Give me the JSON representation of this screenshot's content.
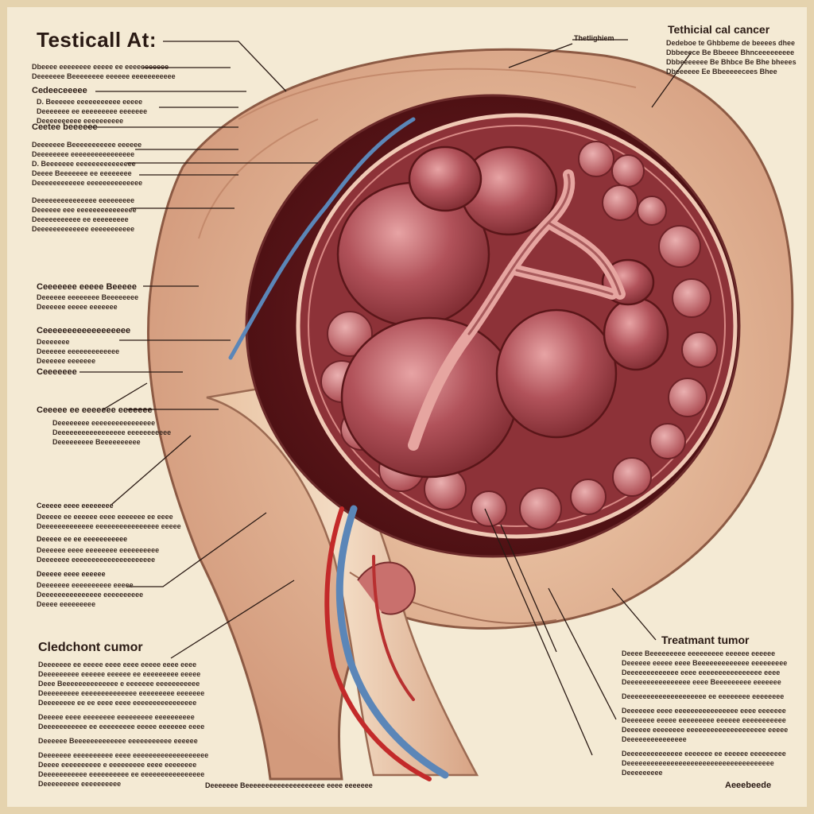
{
  "title": "Testicall At:",
  "top_right": {
    "heading": "Tethicial cal cancer",
    "small_label": "Thetlighiem",
    "lines": [
      "Dedeboe te Ghbbeme de beeees dhee",
      "Dbbeeece Be Bbeeee Bhnceeeeeeeee",
      "Dbbeeeeeee Be Bhbce Be Bhe bheees",
      "Dbeeeeee Ee Bbeeeeecees Bhee"
    ]
  },
  "left_labels": {
    "intro_lines": [
      "Dbeeee eeeeeeee eeeee ee eeeeeeeeeee",
      "Deeeeeee Beeeeeeee eeeeee eeeeeeeeeee"
    ],
    "label_a": "Cedeeceeeee",
    "label_a_lines": [
      "D.  Beeeeee eeeeeeeeeee eeeee",
      "Deeeeeee ee eeeeeeeee eeeeeee",
      "Deeeeeeeeee eeeeeeeeee"
    ],
    "label_b": "Ceetee beeeeee",
    "label_b_lines": [
      "Deeeeeee Beeeeeeeeeee eeeeee",
      "Deeeeeeee eeeeeeeeeeeeeeee",
      "D.  Beeeeeee eeeeeeeeeeeeeee",
      "Deeee Beeeeeee ee eeeeeeee",
      "Deeeeeeeeeeee eeeeeeeeeeeeee"
    ],
    "label_c_lines": [
      "Deeeeeeeeeeeeeee eeeeeeeee",
      "Deeeeee eee eeeeeeeeeeeeeee",
      "Deeeeeeeeeee ee eeeeeeeee",
      "Deeeeeeeeeeeee eeeeeeeeeee"
    ],
    "label_d": "Ceeeeeee eeeee Beeeee",
    "label_d_lines": [
      "Deeeeee eeeeeeee Beeeeeeee",
      "Deeeeee eeeee eeeeeee"
    ],
    "label_e": "Ceeeeeeeeeeeeeeeeee",
    "label_e_lines": [
      "Deeeeeee",
      "Deeeeee eeeeeeeeeeeee",
      "Deeeeee eeeeeee"
    ],
    "label_f": "Ceeeeeee",
    "label_g": "Ceeeee ee eeeeeee eeeeeee",
    "label_g_lines": [
      "Deeeeeeee eeeeeeeeeeeeeeee",
      "Deeeeeeeeeeeeeeeee eeeeeeeeeee",
      "Deeeeeeeee Beeeeeeeeee"
    ]
  },
  "lower_left": {
    "lines_a_head": "Ceeeee eeee eeeeeeee",
    "lines_a": [
      "Deeeee ee eeeeee eeee eeeeeee ee eeee",
      "Deeeeeeeeeeeee eeeeeeeeeeeeeeee eeeee"
    ],
    "lines_b_head": "Deeeee ee ee eeeeeeeeeee",
    "lines_b": [
      "Deeeeee eeee eeeeeeee eeeeeeeeee",
      "Deeeeeee eeeeeeeeeeeeeeeeeeeee"
    ],
    "lines_c_head": "Deeeee eeee eeeeee",
    "lines_c": [
      "Deeeeeee eeeeeeeeee eeeee",
      "Deeeeeeeeeeeeeee eeeeeeeeee",
      "Deeee eeeeeeeee"
    ]
  },
  "bottom_left": {
    "heading": "Cledchont cumor",
    "lines": [
      "Deeeeeee ee eeeee eeee eeee eeeee eeee eeee",
      "Deeeeeeeee eeeeee eeeeee ee eeeeeeeee eeeee",
      "Deee Beeeeeeeeeeeeee e eeeeeee eeeeeeeeeee",
      "Deeeeeeeee eeeeeeeeeeeeee eeeeeeeee eeeeeee",
      "Deeeeeeee ee ee eeee eeee eeeeeeeeeeeeeeee",
      "",
      "Deeeee eeee eeeeeeee eeeeeeeee eeeeeeeeee",
      "Deeeeeeeeeee ee eeeeeeeee eeeee eeeeeee eeee",
      "",
      "Deeeeee Beeeeeeeeeeeee eeeeeeeeeee eeeeee",
      "",
      "Deeeeeee eeeeeeeeee eeee eeeeeeeeeeeeeeeeeee",
      "Deeee eeeeeeeeee e eeeeeeeee eeee eeeeeeee",
      "Deeeeeeeeeee eeeeeeeeee ee eeeeeeeeeeeeeeee",
      "Deeeeeeeee eeeeeeeeee"
    ]
  },
  "bottom_right": {
    "heading": "Treatmant tumor",
    "lines": [
      "Deeee Beeeeeeeee eeeeeeeee eeeeee eeeeee",
      "Deeeeee eeeee eeee Beeeeeeeeeeeee eeeeeeeee",
      "Deeeeeeeeeeeee eeee eeeeeeeeeeeeeeee eeee",
      "Deeeeeeeeeeeeeeee eeee Beeeeeeeee eeeeeee",
      "",
      "Deeeeeeeeeeeeeeeeeeee ee eeeeeeee eeeeeeee",
      "",
      "Deeeeeee eeee eeeeeeeeeeeeeeee eeee eeeeeee",
      "Deeeeeee eeeee eeeeeeeee eeeeee eeeeeeeeeee",
      "Deeeeee eeeeeeee eeeeeeeeeeeeeeeeeeee eeeee",
      "Deeeeeeeeeeeeeee",
      "",
      "Deeeeeeeeeeeeee eeeeeee ee eeeeee eeeeeeeee",
      "Deeeeeeeeeeeeeeeeeeeeeeeeeeeeeeeeeeeee",
      "Deeeeeeeee"
    ]
  },
  "footer_caption": "Deeeeeee Beeeeeeeeeeeeeeeeeeee eeee eeeeeee",
  "signature": "Aeeebeede",
  "colors": {
    "parchment": "#f4ead4",
    "skin_light": "#ecc7a4",
    "skin_mid": "#d99f82",
    "tissue": "#9c3f45",
    "tissue_dark": "#5d1518",
    "lobule": "#b7585e",
    "vein_blue": "#5b86b8",
    "artery_red": "#c32a2a",
    "ink": "#2a1a14"
  }
}
